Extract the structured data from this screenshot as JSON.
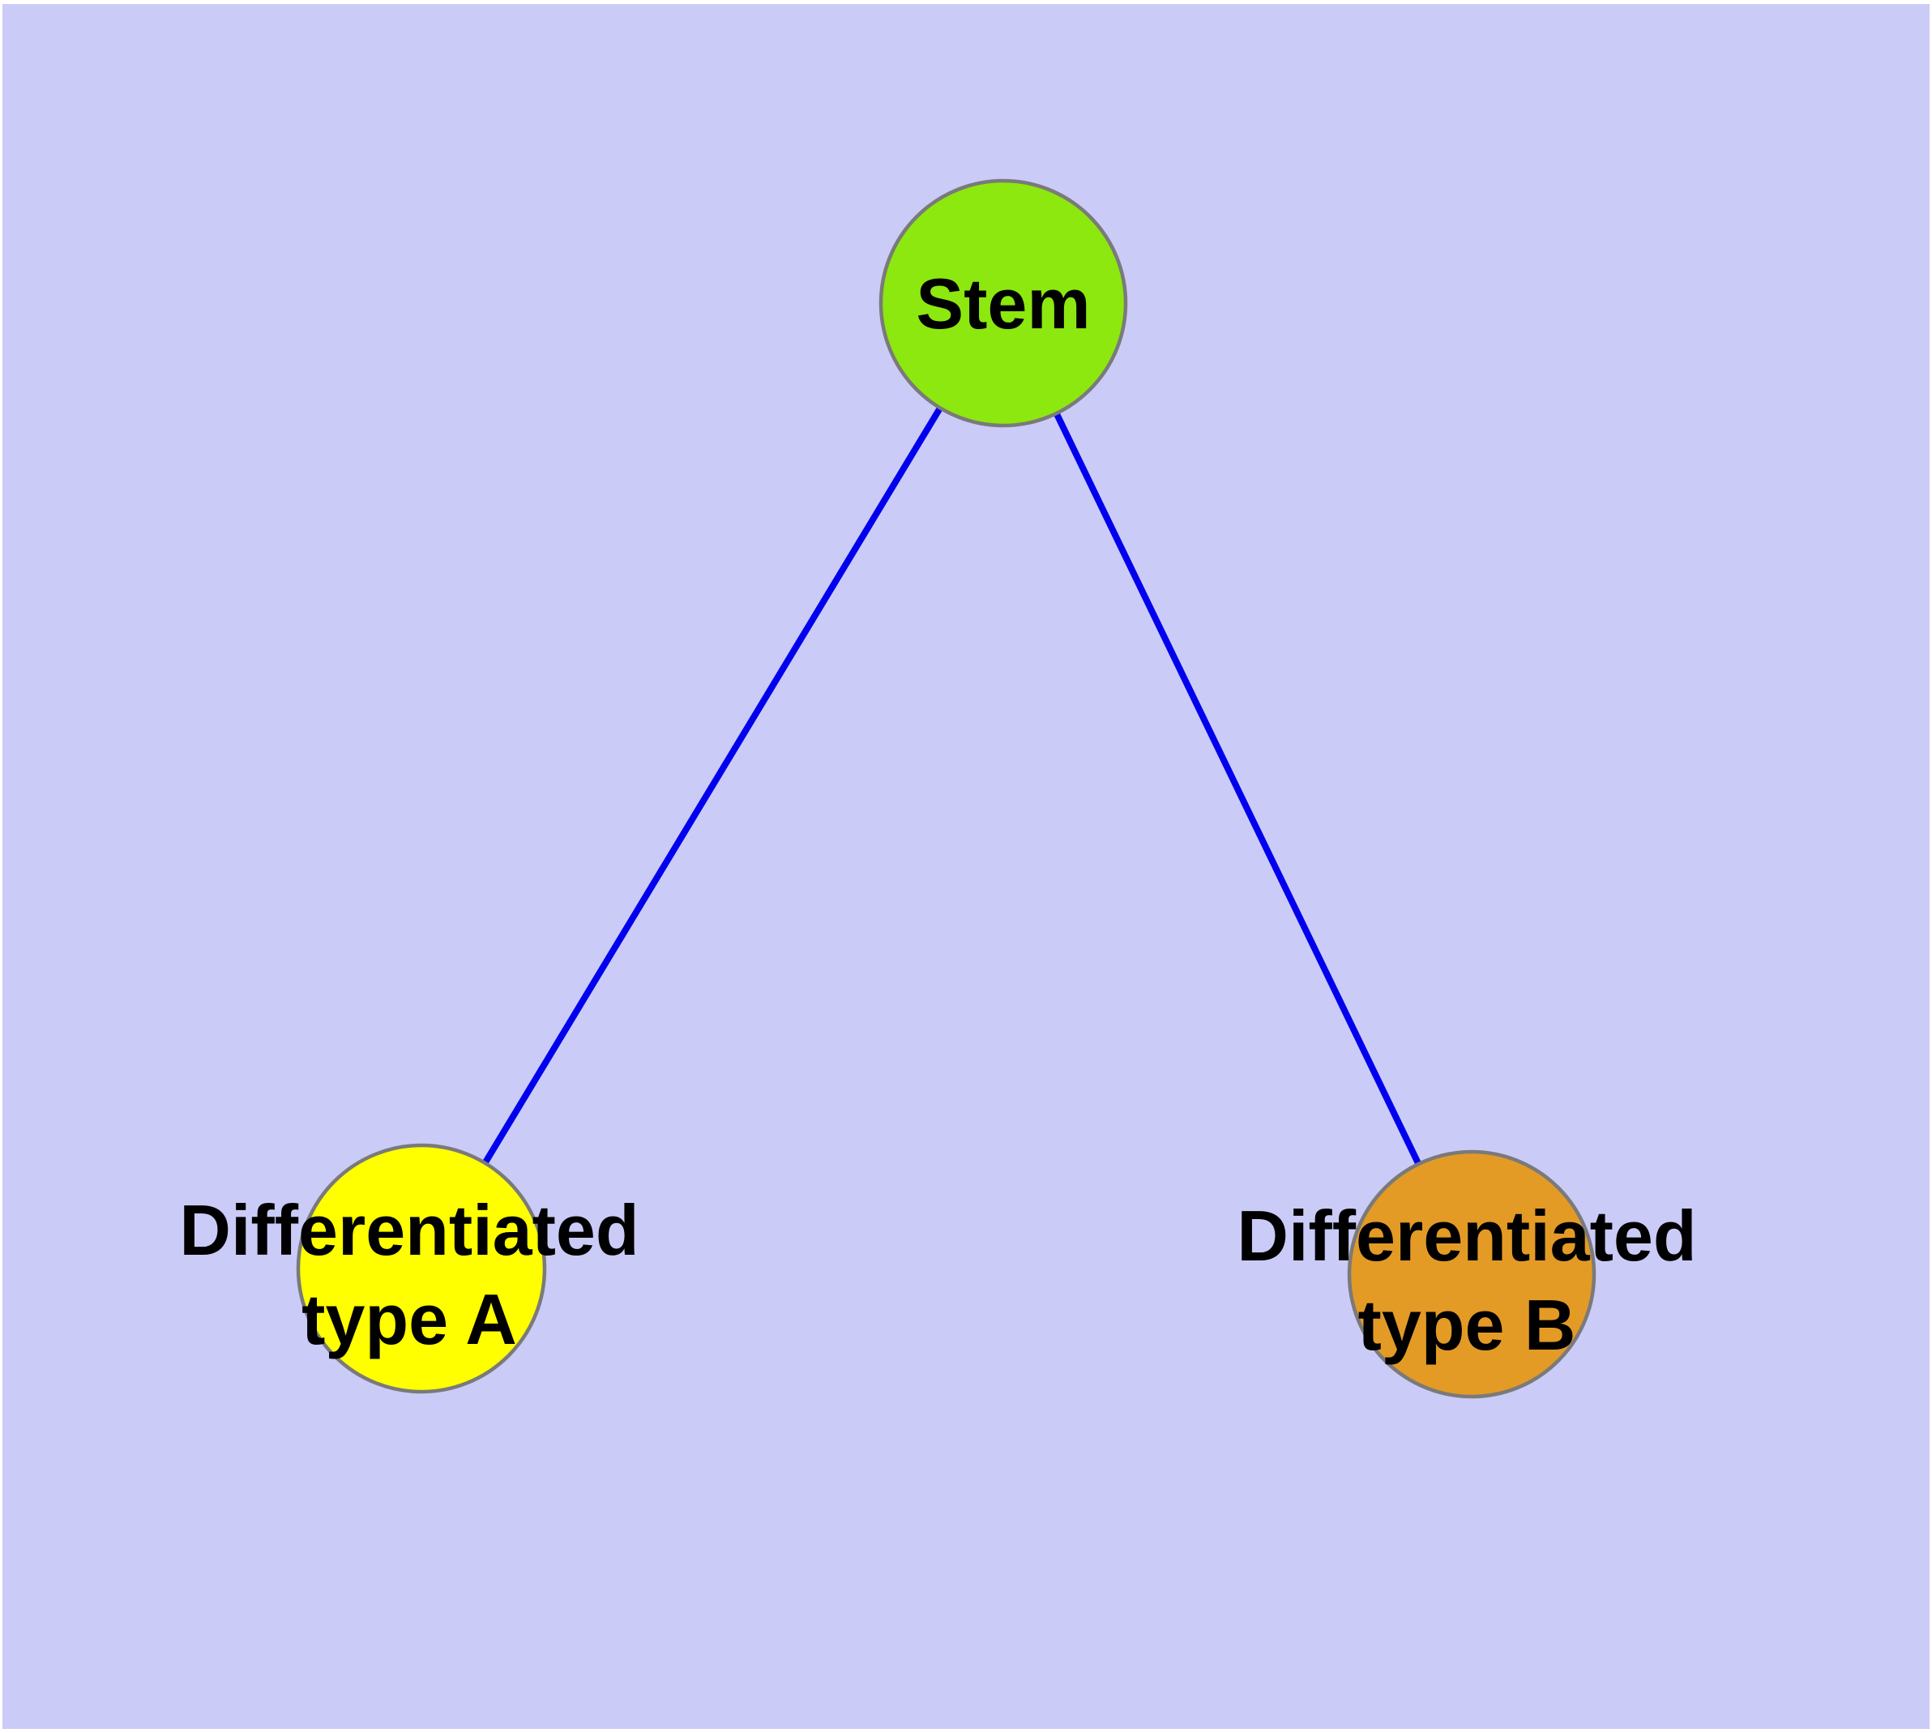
{
  "diagram": {
    "type": "graph",
    "background_color": "#CBCBF8",
    "edge_color": "#0000EE",
    "node_border_color": "#7A7A7A",
    "label_color": "#000000",
    "nodes": [
      {
        "id": "stem",
        "label": "Stem",
        "fill": "#8CE80F"
      },
      {
        "id": "differentiated-type-a",
        "label_line1": "Differentiated",
        "label_line2": "type A",
        "fill": "#FFFF00"
      },
      {
        "id": "differentiated-type-b",
        "label_line1": "Differentiated",
        "label_line2": "type B",
        "fill": "#E39B26"
      }
    ],
    "edges": [
      {
        "from": "Stem",
        "to": "Differentiated type A"
      },
      {
        "from": "Stem",
        "to": "Differentiated type B"
      }
    ]
  }
}
